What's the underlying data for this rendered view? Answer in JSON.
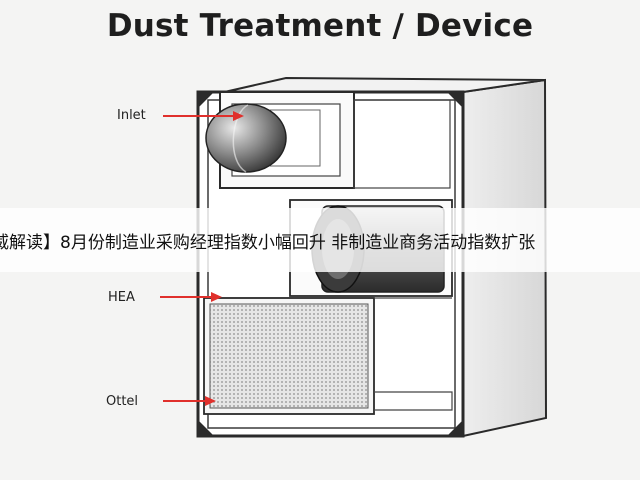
{
  "title": "Dust Treatment / Device",
  "labels": {
    "inlet": "Inlet",
    "hea": "HEA",
    "ottel": "Ottel"
  },
  "banner": {
    "text": "威解读】8月份制造业采购经理指数小幅回升 非制造业商务活动指数扩张"
  },
  "colors": {
    "arrow": "#e0302c",
    "device_outline": "#2a2a2a",
    "device_fill": "#ffffff",
    "filter_mesh": "#cfcfcf"
  }
}
